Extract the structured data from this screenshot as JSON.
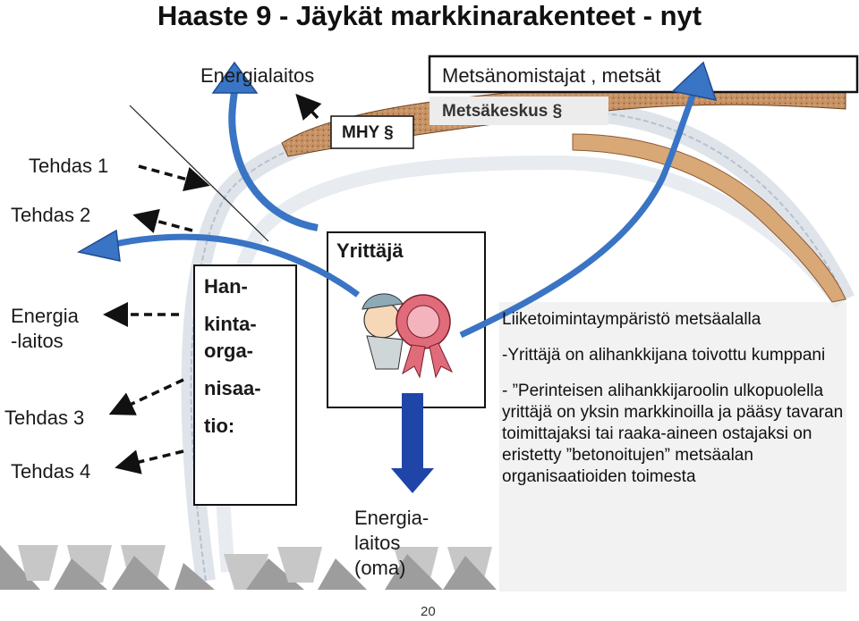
{
  "title": "Haaste 9 - Jäykät markkinarakenteet - nyt",
  "top_labels": {
    "energialaitos": "Energialaitos",
    "metsanomistajat": "Metsänomistajat , metsät",
    "metsakeskus": "Metsäkeskus §",
    "mhy": "MHY §"
  },
  "left_labels": {
    "tehdas1": "Tehdas 1",
    "tehdas2": "Tehdas 2",
    "energia_line1": "Energia",
    "energia_line2": "-laitos",
    "tehdas3": "Tehdas 3",
    "tehdas4": "Tehdas 4"
  },
  "hankinta_box": {
    "line1": "Han-",
    "line2": "kinta-",
    "line3": "orga-",
    "line4": "nisaa-",
    "line5": "tio:"
  },
  "yrittaja_box": {
    "title": "Yrittäjä"
  },
  "energialaitos_oma": {
    "line1": "Energia-",
    "line2": "laitos",
    "line3": "(oma)"
  },
  "panel": {
    "heading": "Liiketoimintaympäristö  metsäalalla",
    "point1": "-Yrittäjä on alihankkijana toivottu kumppani",
    "point2": "- ”Perinteisen alihankkijaroolin ulkopuolella yrittäjä on yksin markkinoilla ja pääsy tavaran toimittajaksi tai raaka-aineen ostajaksi on eristetty ”betonoitujen” metsäalan organisaatioiden toimesta"
  },
  "page_number": "20",
  "colors": {
    "arrow_blue": "#3a74c4",
    "down_arrow_blue": "#1f45a8",
    "log_brown": "#b07a4a",
    "road_grey": "#e4e8ee",
    "panel_grey": "#f3f3f3"
  }
}
